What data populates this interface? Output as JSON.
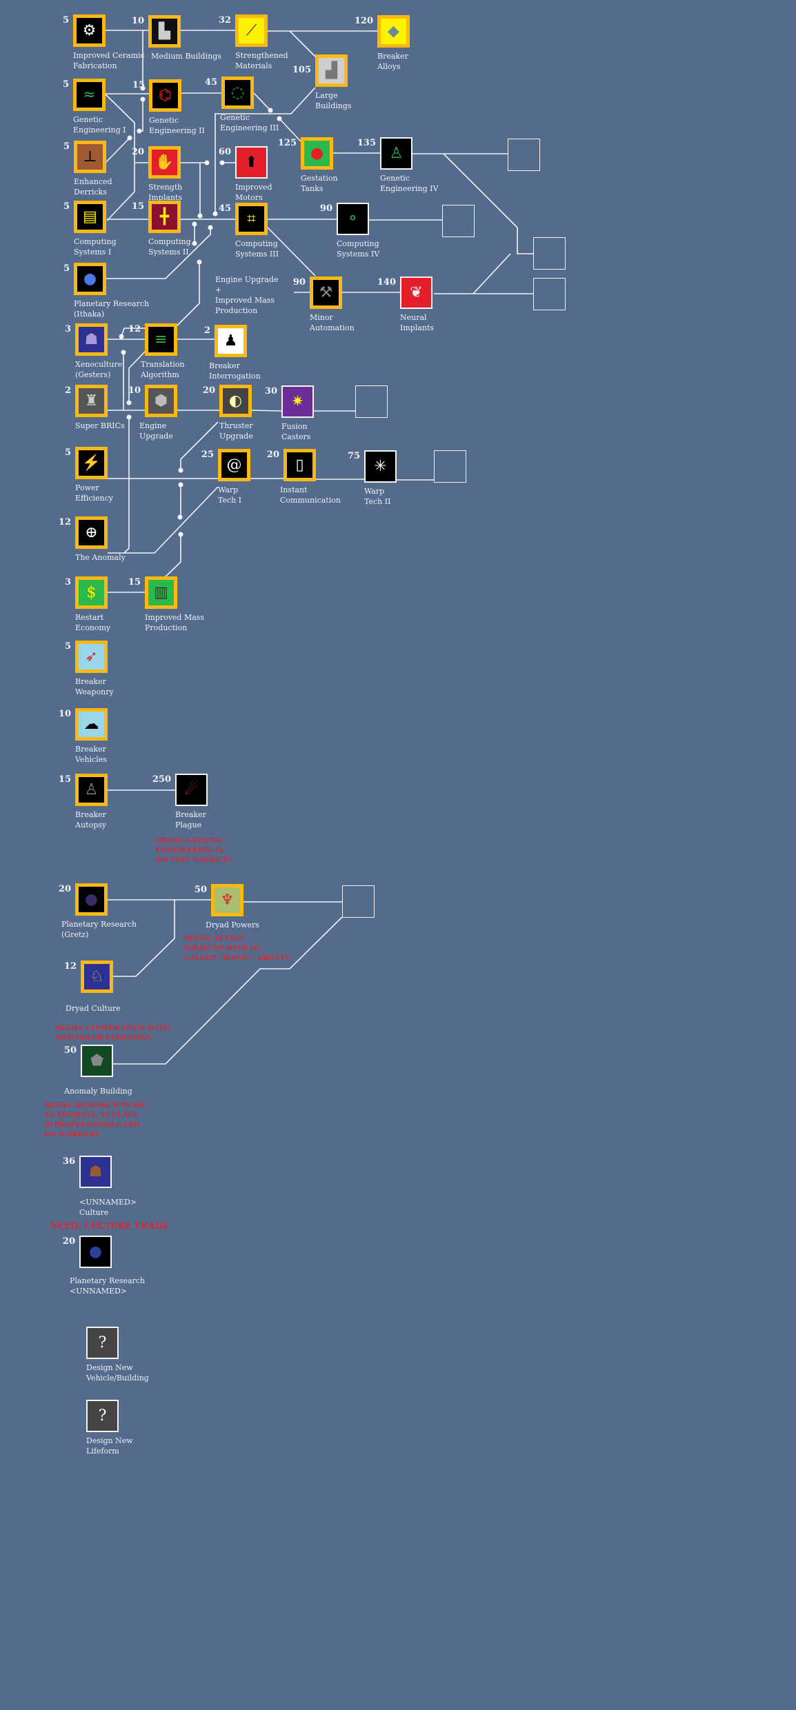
{
  "nodes": [
    {
      "cost": "5",
      "label": [
        "Improved Ceramic",
        "Fabrication"
      ],
      "icon": "gear-ceramic-icon",
      "bg": "#000000",
      "glyph": "⚙",
      "fg": "#ffffff"
    },
    {
      "cost": "10",
      "label": [
        "Medium Buildings"
      ],
      "icon": "buildings-icon",
      "bg": "#101010",
      "glyph": "▙",
      "fg": "#cccccc"
    },
    {
      "cost": "32",
      "label": [
        "Strengthened",
        "Materials"
      ],
      "icon": "blade-icon",
      "bg": "#fff200",
      "glyph": "⟋",
      "fg": "#333333"
    },
    {
      "cost": "120",
      "label": [
        "Breaker",
        "Alloys"
      ],
      "icon": "alloy-crystal-icon",
      "bg": "#fff200",
      "glyph": "◆",
      "fg": "#6a8a9a"
    },
    {
      "cost": "105",
      "label": [
        "Large",
        "Buildings"
      ],
      "icon": "large-buildings-icon",
      "bg": "#cfcfcf",
      "glyph": "▟",
      "fg": "#777777"
    },
    {
      "cost": "5",
      "label": [
        "Genetic",
        "Engineering I"
      ],
      "icon": "dna-icon",
      "bg": "#000000",
      "glyph": "≈",
      "fg": "#2db84c"
    },
    {
      "cost": "15",
      "label": [
        "Genetic",
        "Engineering II"
      ],
      "icon": "molecule-icon",
      "bg": "#000000",
      "glyph": "⌬",
      "fg": "#e0202a"
    },
    {
      "cost": "45",
      "label": [
        "Genetic",
        "Engineering III"
      ],
      "icon": "cell-probe-icon",
      "bg": "#000000",
      "glyph": "◌",
      "fg": "#2db84c"
    },
    {
      "cost": "5",
      "label": [
        "Enhanced",
        "Derricks"
      ],
      "icon": "derrick-icon",
      "bg": "#a05a32",
      "glyph": "⊥",
      "fg": "#000000"
    },
    {
      "cost": "20",
      "label": [
        "Strength",
        "Implants"
      ],
      "icon": "arm-implant-icon",
      "bg": "#e3202a",
      "glyph": "✋",
      "fg": "#dddddd"
    },
    {
      "cost": "60",
      "label": [
        "Improved",
        "Motors"
      ],
      "icon": "motor-gear-icon",
      "bg": "#e3202a",
      "glyph": "⬆",
      "fg": "#000000"
    },
    {
      "cost": "125",
      "label": [
        "Gestation",
        "Tanks"
      ],
      "icon": "gestation-tank-icon",
      "bg": "#2db84c",
      "glyph": "●",
      "fg": "#e3202a"
    },
    {
      "cost": "135",
      "label": [
        "Genetic",
        "Engineering IV"
      ],
      "icon": "dna-human-icon",
      "bg": "#000000",
      "glyph": "♙",
      "fg": "#2db84c"
    },
    {
      "cost": "5",
      "label": [
        "Computing",
        "Systems I"
      ],
      "icon": "circuit-icon",
      "bg": "#000000",
      "glyph": "▤",
      "fg": "#fff200"
    },
    {
      "cost": "15",
      "label": [
        "Computing",
        "Systems II"
      ],
      "icon": "circuit-board-icon",
      "bg": "#8a1030",
      "glyph": "╋",
      "fg": "#fff200"
    },
    {
      "cost": "45",
      "label": [
        "Computing",
        "Systems III"
      ],
      "icon": "circuit-complex-icon",
      "bg": "#000000",
      "glyph": "⌗",
      "fg": "#fff200"
    },
    {
      "cost": "90",
      "label": [
        "Computing",
        "Systems IV"
      ],
      "icon": "circuit-nodes-icon",
      "bg": "#000000",
      "glyph": "⚬",
      "fg": "#2db84c"
    },
    {
      "cost": "5",
      "label": [
        "Planetary Research",
        "(Ithaka)"
      ],
      "icon": "planet-ithaka-icon",
      "bg": "#000000",
      "glyph": "●",
      "fg": "#4a78e6"
    },
    {
      "cost": "90",
      "label": [
        "Minor",
        "Automation"
      ],
      "icon": "robot-arm-icon",
      "bg": "#000000",
      "glyph": "⚒",
      "fg": "#888888"
    },
    {
      "cost": "140",
      "label": [
        "Neural",
        "Implants"
      ],
      "icon": "brain-icon",
      "bg": "#e3202a",
      "glyph": "❦",
      "fg": "#eeeeee"
    },
    {
      "cost": "3",
      "label": [
        "Xenoculture",
        "(Gesters)"
      ],
      "icon": "gester-alien-icon",
      "bg": "#2e3192",
      "glyph": "☗",
      "fg": "#a89ad8"
    },
    {
      "cost": "12",
      "label": [
        "Translation",
        "Algorithm"
      ],
      "icon": "translation-text-icon",
      "bg": "#000000",
      "glyph": "≡",
      "fg": "#2db84c"
    },
    {
      "cost": "2",
      "label": [
        "Breaker",
        "Interrogation"
      ],
      "icon": "interrogation-figure-icon",
      "bg": "#ffffff",
      "glyph": "♟",
      "fg": "#000000"
    },
    {
      "cost": "2",
      "label": [
        "Super BRICs"
      ],
      "icon": "bric-robot-icon",
      "bg": "#555555",
      "glyph": "♜",
      "fg": "#cccccc"
    },
    {
      "cost": "10",
      "label": [
        "Engine",
        "Upgrade"
      ],
      "icon": "engine-icon",
      "bg": "#555555",
      "glyph": "⬢",
      "fg": "#bbbbbb"
    },
    {
      "cost": "20",
      "label": [
        "Thruster",
        "Upgrade"
      ],
      "icon": "thruster-icon",
      "bg": "#444444",
      "glyph": "◐",
      "fg": "#ffffaa"
    },
    {
      "cost": "30",
      "label": [
        "Fusion",
        "Casters"
      ],
      "icon": "fusion-blast-icon",
      "bg": "#6a2e96",
      "glyph": "✷",
      "fg": "#fff200"
    },
    {
      "cost": "5",
      "label": [
        "Power",
        "Efficiency"
      ],
      "icon": "lightning-icon",
      "bg": "#000000",
      "glyph": "⚡",
      "fg": "#fff200"
    },
    {
      "cost": "25",
      "label": [
        "Warp",
        "Tech I"
      ],
      "icon": "spiral-icon",
      "bg": "#000000",
      "glyph": "@",
      "fg": "#ffffff"
    },
    {
      "cost": "20",
      "label": [
        "Instant",
        "Communication"
      ],
      "icon": "communicator-icon",
      "bg": "#000000",
      "glyph": "▯",
      "fg": "#ffffff"
    },
    {
      "cost": "75",
      "label": [
        "Warp",
        "Tech II"
      ],
      "icon": "starburst-icon",
      "bg": "#000000",
      "glyph": "✳",
      "fg": "#ffffff"
    },
    {
      "cost": "12",
      "label": [
        "The Anomaly"
      ],
      "icon": "anomaly-wheel-icon",
      "bg": "#000000",
      "glyph": "⊕",
      "fg": "#ffffff"
    },
    {
      "cost": "3",
      "label": [
        "Restart",
        "Economy"
      ],
      "icon": "dollar-icon",
      "bg": "#2db84c",
      "glyph": "$",
      "fg": "#fff200"
    },
    {
      "cost": "15",
      "label": [
        "Improved Mass",
        "Production"
      ],
      "icon": "factory-line-icon",
      "bg": "#2db84c",
      "glyph": "▥",
      "fg": "#333333"
    },
    {
      "cost": "5",
      "label": [
        "Breaker",
        "Weaponry"
      ],
      "icon": "breaker-weapon-icon",
      "bg": "#9ad6ea",
      "glyph": "➶",
      "fg": "#e3202a"
    },
    {
      "cost": "10",
      "label": [
        "Breaker",
        "Vehicles"
      ],
      "icon": "breaker-vehicle-icon",
      "bg": "#9ad6ea",
      "glyph": "☁",
      "fg": "#000000"
    },
    {
      "cost": "15",
      "label": [
        "Breaker",
        "Autopsy"
      ],
      "icon": "autopsy-body-icon",
      "bg": "#000000",
      "glyph": "♙",
      "fg": "#888888"
    },
    {
      "cost": "250",
      "label": [
        "Breaker",
        "Plague"
      ],
      "icon": "plague-claw-icon",
      "bg": "#000000",
      "glyph": "☄",
      "fg": "#e3202a"
    },
    {
      "cost": "20",
      "label": [
        "Planetary Research",
        "(Gretz)"
      ],
      "icon": "planet-gretz-icon",
      "bg": "#000000",
      "glyph": "●",
      "fg": "#3a2a6a"
    },
    {
      "cost": "50",
      "label": [
        "Dryad Powers"
      ],
      "icon": "dryad-powers-icon",
      "bg": "#a8c070",
      "glyph": "♆",
      "fg": "#e3202a"
    },
    {
      "cost": "12",
      "label": [
        "Dryad Culture"
      ],
      "icon": "dryad-creature-icon",
      "bg": "#2e3192",
      "glyph": "♘",
      "fg": "#a8c070"
    },
    {
      "cost": "50",
      "label": [
        "Anomaly Building"
      ],
      "icon": "anomaly-monolith-icon",
      "bg": "#114a22",
      "glyph": "⬟",
      "fg": "#888888"
    },
    {
      "cost": "36",
      "label": [
        "<UNNAMED>",
        "Culture"
      ],
      "icon": "unnamed-creature-icon",
      "bg": "#2e3192",
      "glyph": "☗",
      "fg": "#9a5a34"
    },
    {
      "cost": "20",
      "label": [
        "Planetary Research",
        "<UNNAMED>"
      ],
      "icon": "planet-unnamed-icon",
      "bg": "#000000",
      "glyph": "●",
      "fg": "#2e3f9a"
    },
    {
      "cost": "",
      "label": [
        "Design New",
        "Vehicle/Building"
      ],
      "icon": "design-vehicle-icon",
      "bg": "#444444",
      "glyph": "?",
      "fg": "#ffffff"
    },
    {
      "cost": "",
      "label": [
        "Design New",
        "Lifeform"
      ],
      "icon": "design-lifeform-icon",
      "bg": "#444444",
      "glyph": "?",
      "fg": "#ffffff"
    }
  ],
  "requirement_text": {
    "engine_combo": [
      "Engine Upgrade",
      "+",
      "Improved Mass",
      "Production"
    ]
  },
  "notes": {
    "breaker_plague": [
      "NEEDS: GENETIC",
      "ENGINEERING IV,",
      "100 TEST SUBJECTS"
    ],
    "dryad_powers": [
      "NEEDS: 10 TEST",
      "SUBJECTS WITH SO",
      "CALLED \"MAGIC\" ABILITY"
    ],
    "dryad_culture": [
      "NEEDS: COOPERATION WITH",
      "NATIVES OR ESPIONAGE"
    ],
    "anomaly_building": [
      "NEEDS: RESEARCH TEAM",
      "AT ANOMALY, AT LEAST",
      "50 PROFFESIONALS AND",
      "100 WORKERS"
    ],
    "unnamed_culture": [
      "NEED: CULTURE TRADE"
    ]
  },
  "colors": {
    "background": "#546b8c",
    "frame": "#fdb913",
    "note": "#e8202a",
    "line": "#f4f4f4"
  }
}
